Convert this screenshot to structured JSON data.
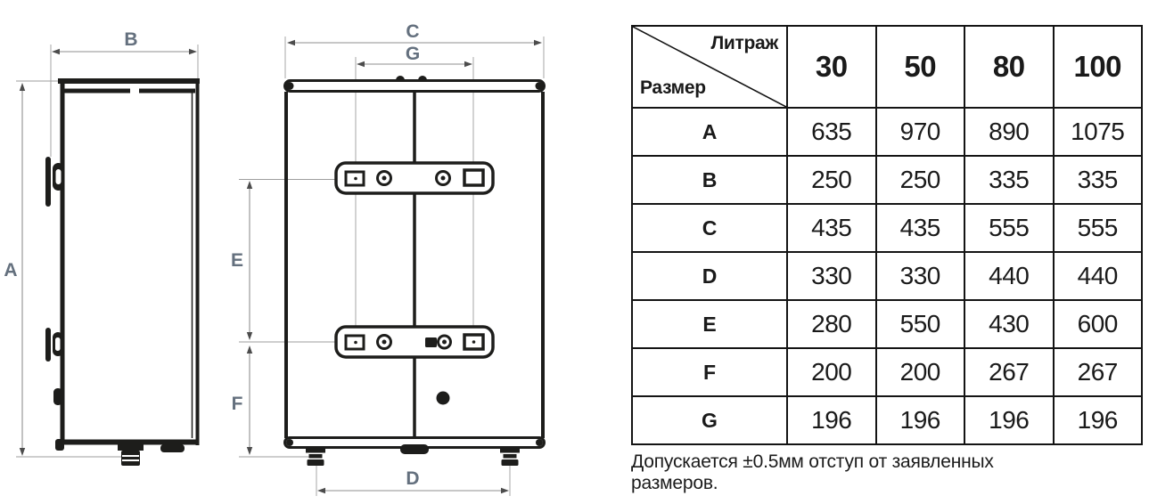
{
  "diagram": {
    "side_view": {
      "dim_a": "A",
      "dim_b": "B"
    },
    "front_view": {
      "dim_c": "C",
      "dim_g": "G",
      "dim_e": "E",
      "dim_f": "F",
      "dim_d": "D"
    }
  },
  "table": {
    "corner_top": "Литраж",
    "corner_bottom": "Размер",
    "columns": [
      "30",
      "50",
      "80",
      "100"
    ],
    "rows": [
      {
        "label": "A",
        "values": [
          "635",
          "970",
          "890",
          "1075"
        ]
      },
      {
        "label": "B",
        "values": [
          "250",
          "250",
          "335",
          "335"
        ]
      },
      {
        "label": "C",
        "values": [
          "435",
          "435",
          "555",
          "555"
        ]
      },
      {
        "label": "D",
        "values": [
          "330",
          "330",
          "440",
          "440"
        ]
      },
      {
        "label": "E",
        "values": [
          "280",
          "550",
          "430",
          "600"
        ]
      },
      {
        "label": "F",
        "values": [
          "200",
          "200",
          "267",
          "267"
        ]
      },
      {
        "label": "G",
        "values": [
          "196",
          "196",
          "196",
          "196"
        ]
      }
    ]
  },
  "note": {
    "lines": [
      "Допускается ±0.5мм отступ от заявленных",
      "размеров."
    ]
  }
}
